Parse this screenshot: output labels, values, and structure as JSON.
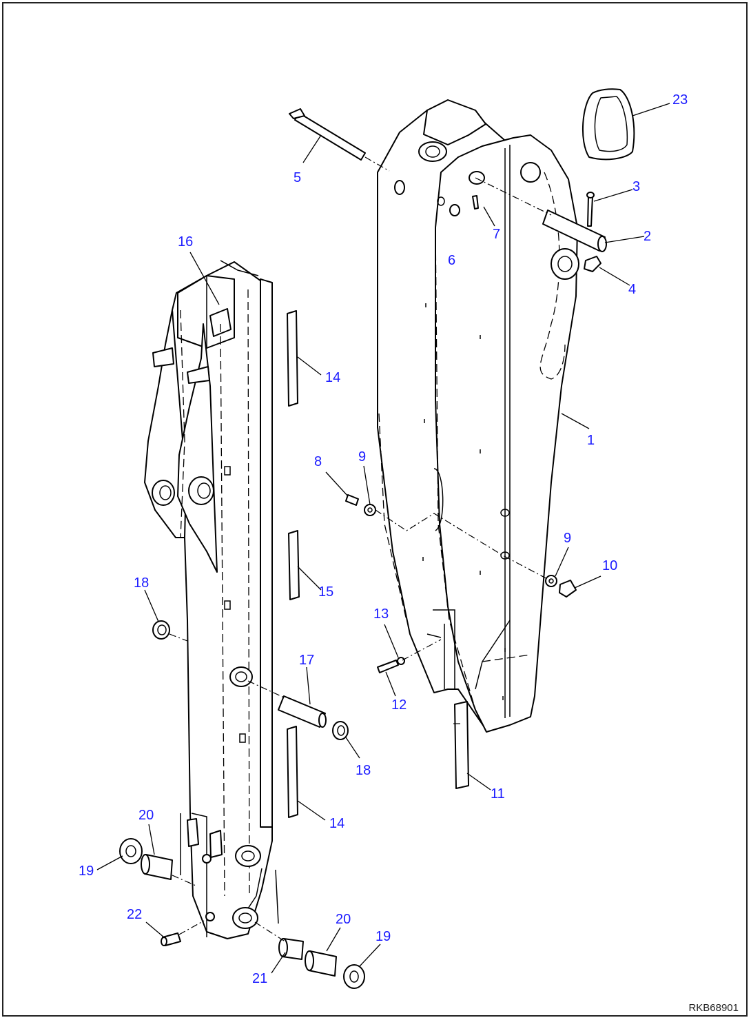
{
  "diagram": {
    "drawing_code": "RKB68901",
    "callouts": [
      {
        "id": "c1",
        "label": "1"
      },
      {
        "id": "c2",
        "label": "2"
      },
      {
        "id": "c3",
        "label": "3"
      },
      {
        "id": "c4",
        "label": "4"
      },
      {
        "id": "c5",
        "label": "5"
      },
      {
        "id": "c6",
        "label": "6"
      },
      {
        "id": "c7",
        "label": "7"
      },
      {
        "id": "c8",
        "label": "8"
      },
      {
        "id": "c9a",
        "label": "9"
      },
      {
        "id": "c9b",
        "label": "9"
      },
      {
        "id": "c10",
        "label": "10"
      },
      {
        "id": "c11",
        "label": "11"
      },
      {
        "id": "c12",
        "label": "12"
      },
      {
        "id": "c13",
        "label": "13"
      },
      {
        "id": "c14a",
        "label": "14"
      },
      {
        "id": "c14b",
        "label": "14"
      },
      {
        "id": "c15",
        "label": "15"
      },
      {
        "id": "c16",
        "label": "16"
      },
      {
        "id": "c17",
        "label": "17"
      },
      {
        "id": "c18a",
        "label": "18"
      },
      {
        "id": "c18b",
        "label": "18"
      },
      {
        "id": "c19a",
        "label": "19"
      },
      {
        "id": "c19b",
        "label": "19"
      },
      {
        "id": "c20a",
        "label": "20"
      },
      {
        "id": "c20b",
        "label": "20"
      },
      {
        "id": "c21",
        "label": "21"
      },
      {
        "id": "c22",
        "label": "22"
      },
      {
        "id": "c23",
        "label": "23"
      }
    ]
  }
}
